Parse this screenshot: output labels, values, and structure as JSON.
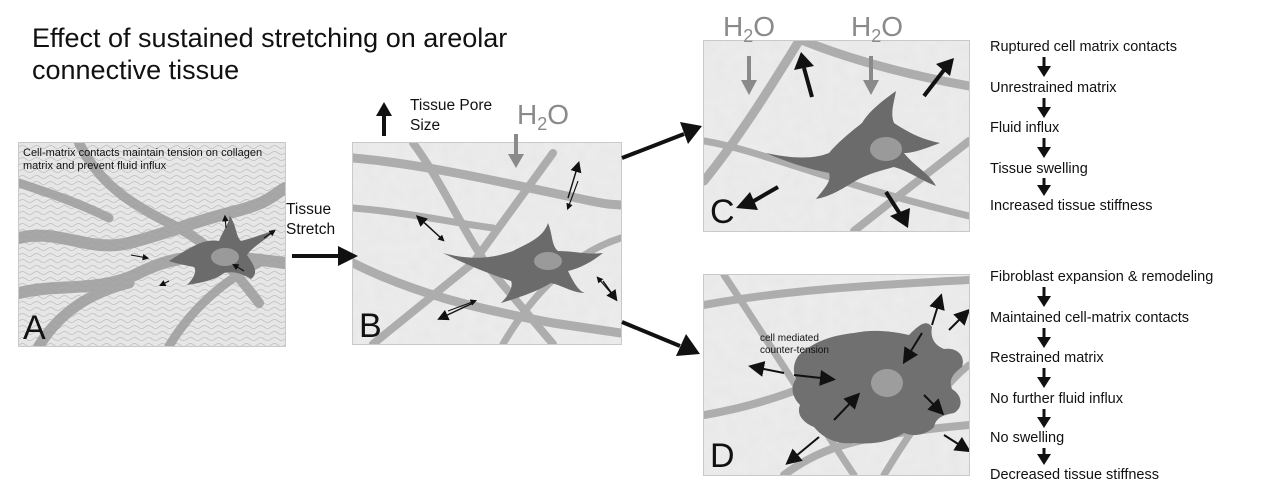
{
  "title": "Effect of sustained stretching on areolar connective tissue",
  "panel_a": {
    "label": "A",
    "caption": "Cell-matrix contacts maintain tension on collagen matrix and prevent fluid influx"
  },
  "panel_b": {
    "label": "B",
    "pore_size_text": "Tissue Pore Size",
    "water": "H2O"
  },
  "panel_c": {
    "label": "C",
    "water_left": "H2O",
    "water_right": "H2O"
  },
  "panel_d": {
    "label": "D",
    "counter_tension": "cell mediated counter-tension"
  },
  "stretch_text": "Tissue Stretch",
  "flow_c": [
    "Ruptured cell matrix contacts",
    "Unrestrained matrix",
    "Fluid influx",
    "Tissue swelling",
    "Increased tissue stiffness"
  ],
  "flow_d": [
    "Fibroblast expansion & remodeling",
    "Maintained cell-matrix contacts",
    "Restrained matrix",
    "No further fluid influx",
    "No swelling",
    "Decreased tissue stiffness"
  ]
}
